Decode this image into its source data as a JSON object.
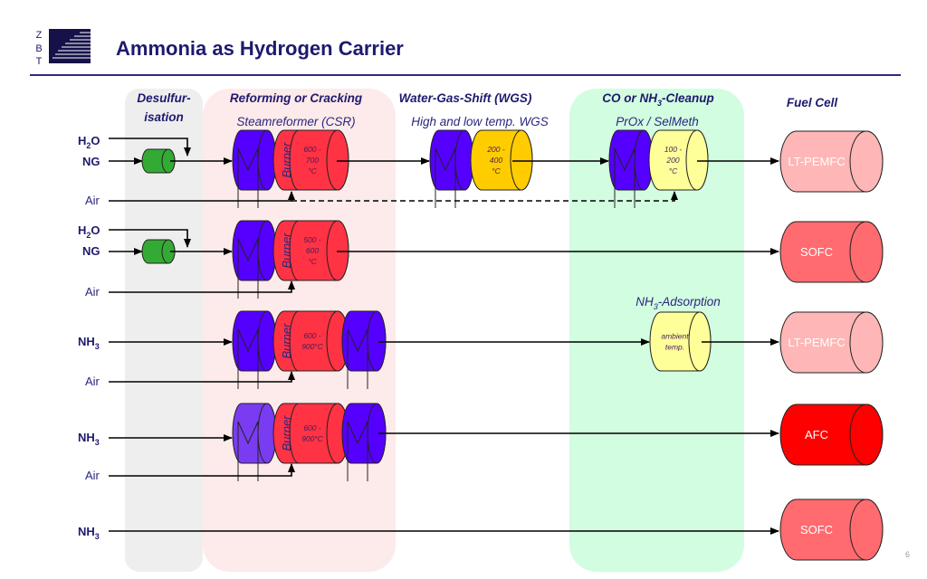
{
  "header": {
    "title": "Ammonia as Hydrogen Carrier",
    "logo_letters": [
      "Z",
      "B",
      "T"
    ]
  },
  "stages": {
    "desulf": [
      "Desulfur-",
      "isation"
    ],
    "reforming": "Reforming or Cracking",
    "reforming_sub": "Steamreformer (CSR)",
    "wgs": "Water-Gas-Shift (WGS)",
    "wgs_sub": "High and low temp. WGS",
    "cleanup": {
      "pre": "CO or NH",
      "sub": "3",
      "post": "-Cleanup"
    },
    "cleanup_sub": "PrOx / SelMeth",
    "adsorption": {
      "pre": "NH",
      "sub": "3",
      "post": "-Adsorption"
    },
    "fuel_cell": "Fuel Cell"
  },
  "inputs": {
    "h2o": {
      "pre": "H",
      "sub": "2",
      "post": "O"
    },
    "ng": "NG",
    "nh3": {
      "pre": "NH",
      "sub": "3",
      "post": ""
    },
    "air": "Air"
  },
  "burner_label": "Burner",
  "temps": {
    "csr_row1": [
      "600 -",
      "700",
      "°C"
    ],
    "csr_row2": [
      "500 -",
      "600",
      "°C"
    ],
    "crack_row3": [
      "600 -",
      "900°C"
    ],
    "crack_row4": [
      "600 -",
      "900°C"
    ],
    "wgs": [
      "200 -",
      "400",
      "°C"
    ],
    "prox": [
      "100 -",
      "200",
      "°C"
    ],
    "adsorption": [
      "ambient",
      "temp."
    ]
  },
  "fuel_cells": [
    "LT-PEMFC",
    "SOFC",
    "LT-PEMFC",
    "AFC",
    "SOFC"
  ],
  "colors": {
    "navy": "#1e1a6e",
    "heat_exchanger": "#5500ff",
    "heat_exchanger_light": "#7a3cf0",
    "burner": "#ff3344",
    "desulf": "#33aa33",
    "wgs": "#ffcc00",
    "prox": "#ffff99",
    "lt_pemfc": "#ffb6b6",
    "sofc": "#ff6b6f",
    "afc": "#ff0000"
  },
  "page_number": "6"
}
